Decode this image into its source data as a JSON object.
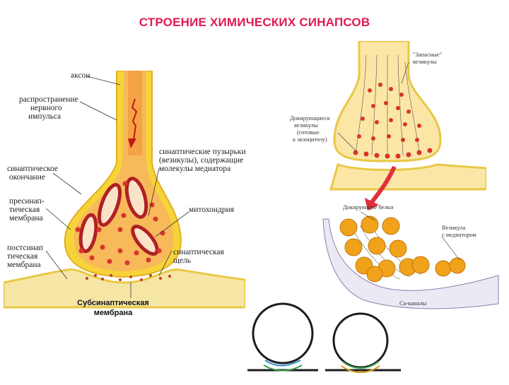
{
  "title": "СТРОЕНИЕ ХИМИЧЕСКИХ СИНАПСОВ",
  "main_diagram": {
    "labels": {
      "axon": "аксон",
      "impulse_1": "распространение",
      "impulse_2": "нервного",
      "impulse_3": "импульса",
      "vesicles_1": "синаптические пузырьки",
      "vesicles_2": "(везикулы), содержащие",
      "vesicles_3": "молекулы медиатора",
      "terminal_1": "синаптическое",
      "terminal_2": "окончание",
      "presyn_1": "пресинап-",
      "presyn_2": "тическая",
      "presyn_3": "мембрана",
      "mito": "митохондрия",
      "postsyn_1": "постсинап",
      "postsyn_2": "тическая",
      "postsyn_3": "мембрана",
      "cleft_1": "синаптическая",
      "cleft_2": "щель"
    },
    "subsynaptic_1": "Субсинаптическая",
    "subsynaptic_2": "мембрана"
  },
  "vesicle_diagram": {
    "reserve_1": "\"Запасные\"",
    "reserve_2": "везикулы",
    "docking_1": "Докирующиеся",
    "docking_2": "везикулы",
    "docking_3": "(готовые",
    "docking_4": "к экзоцитозу)"
  },
  "protein_diagram": {
    "docking_proteins": "Докирующие белки",
    "vesicle_1": "Везикула",
    "vesicle_2": "с медиатором",
    "ca_channels": "Са-каналы"
  },
  "colors": {
    "title": "#e01a50",
    "axon_outer": "#f7d33a",
    "axon_inner": "#f2a848",
    "vesicle": "#d9342b",
    "mito": "#b02025",
    "sphere": "#f0a21a"
  }
}
